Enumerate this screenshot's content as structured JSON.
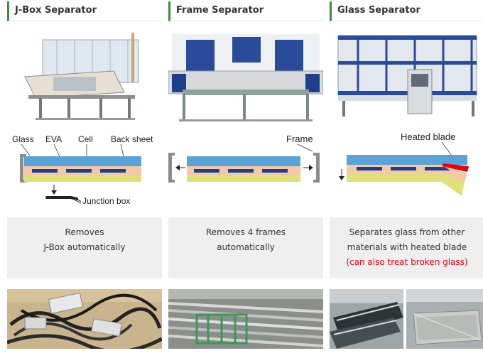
{
  "columns": [
    {
      "title": "J-Box Separator",
      "diagram_labels": {
        "glass": "Glass",
        "eva": "EVA",
        "cell": "Cell",
        "back_sheet": "Back sheet",
        "junction_box": "Junction box"
      },
      "desc_line1": "Removes",
      "desc_line2": "J-Box automatically"
    },
    {
      "title": "Frame Separator",
      "diagram_labels": {
        "frame": "Frame"
      },
      "desc_line1": "Removes 4 frames",
      "desc_line2": "automatically"
    },
    {
      "title": "Glass Separator",
      "diagram_labels": {
        "heated_blade": "Heated blade"
      },
      "desc_line1": "Separates glass from other",
      "desc_line2": "materials with heated blade",
      "desc_line3": "(can also treat broken glass)"
    }
  ],
  "colors": {
    "accent_green": "#3c8c3c",
    "glass_blue": "#5aa3d6",
    "eva_peach": "#f3c9a8",
    "back_yellow": "#dfe07a",
    "cell_navy": "#1f3f8a",
    "highlight_red": "#e60012"
  }
}
